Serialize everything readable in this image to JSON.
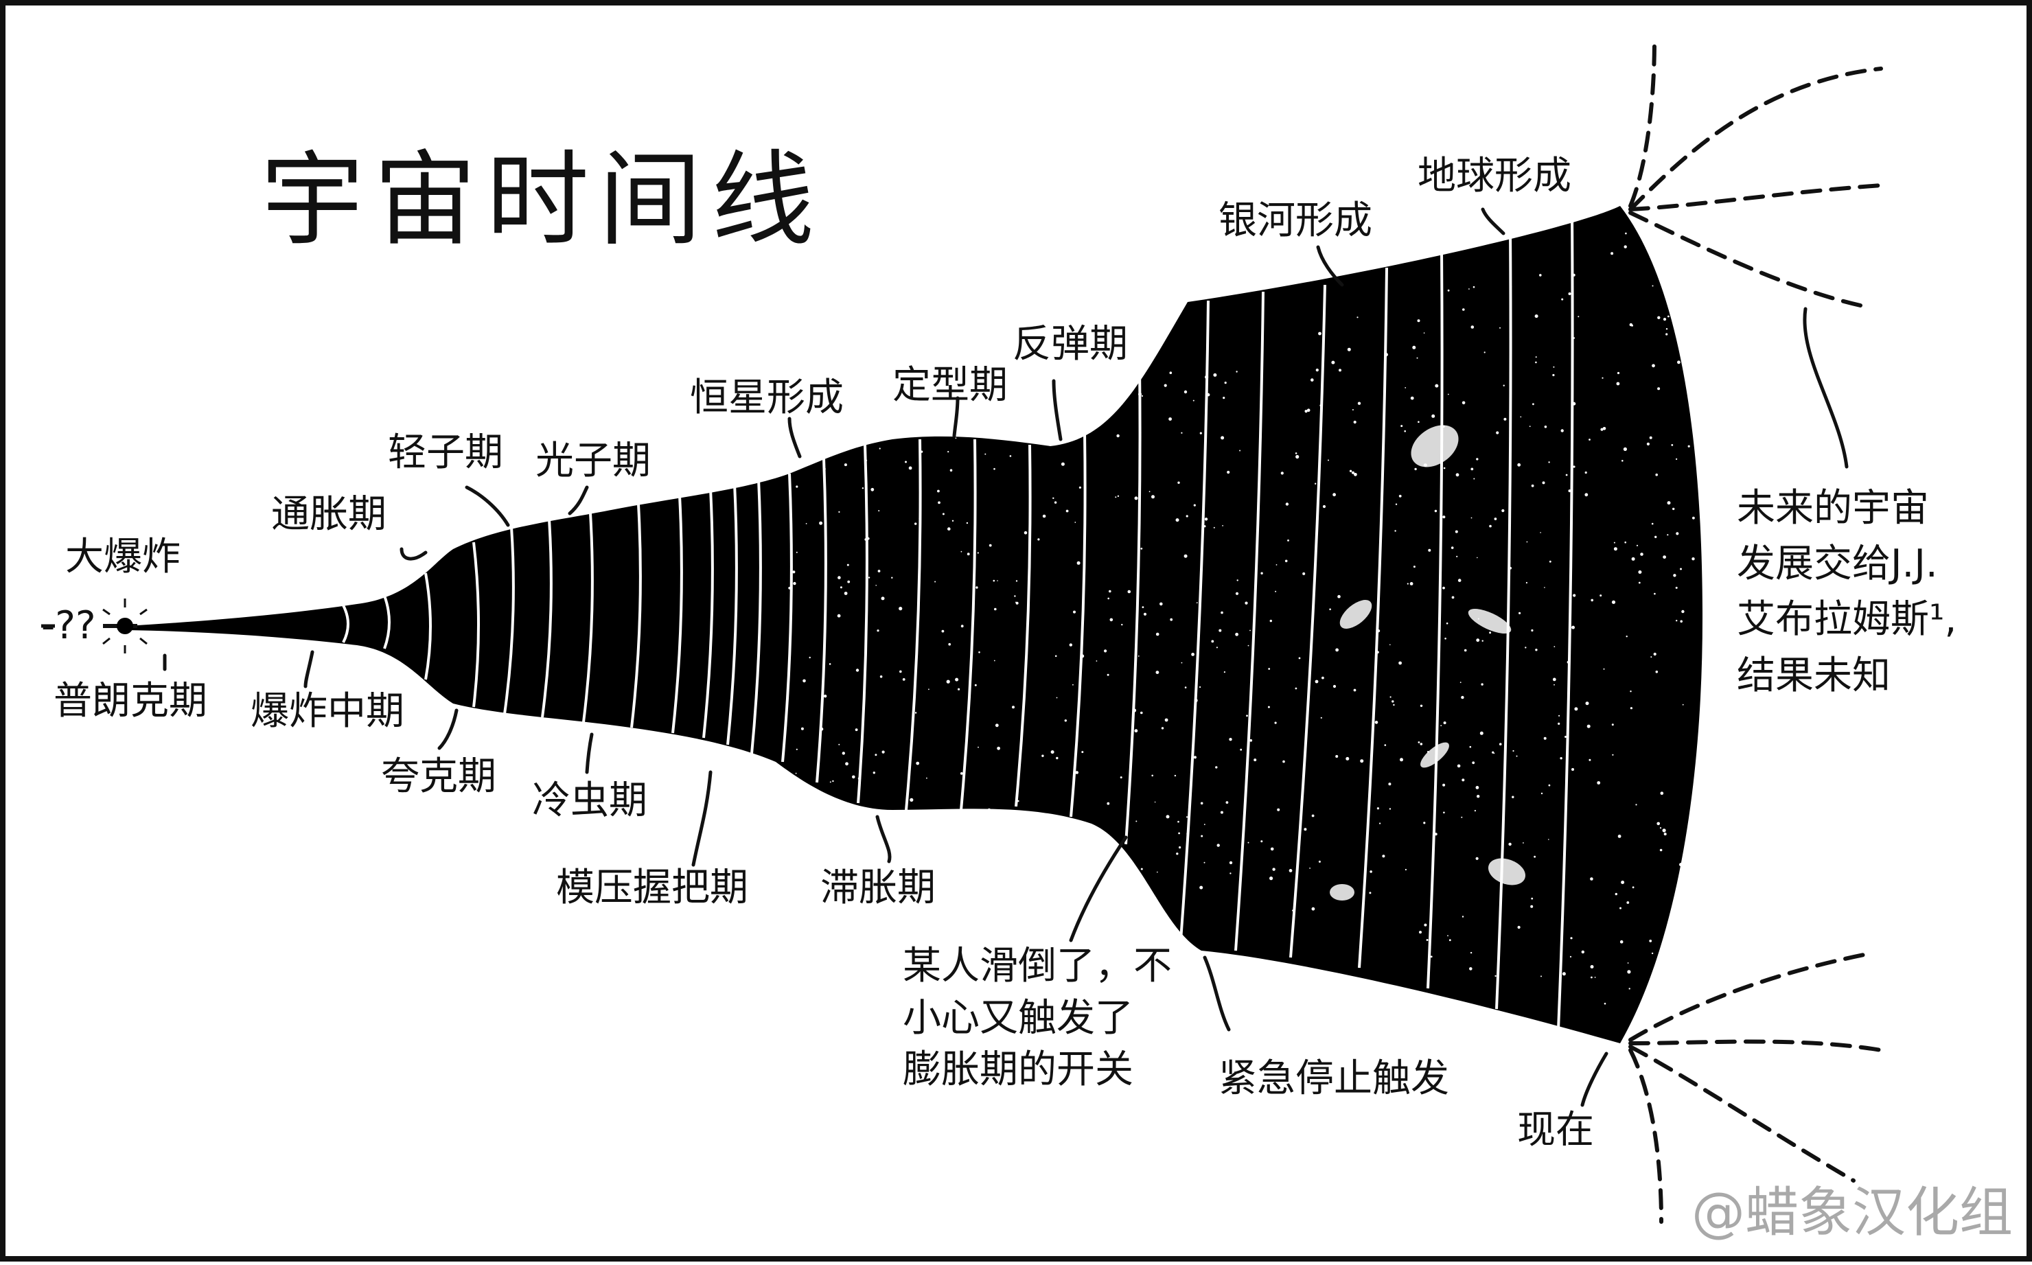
{
  "title": "宇宙时间线",
  "labels": {
    "big_bang": "大爆炸",
    "start_unknown": "-??",
    "planck": "普朗克期",
    "mid_bang": "爆炸中期",
    "inflation": "通胀期",
    "lepton": "轻子期",
    "photon": "光子期",
    "quark": "夸克期",
    "cold_worm": "冷虫期",
    "handshake": "模压握把期",
    "star_form": "恒星形成",
    "shaping": "定型期",
    "rebound": "反弹期",
    "stagflation": "滞胀期",
    "galaxy_form": "银河形成",
    "earth_form": "地球形成",
    "slip": [
      "某人滑倒了，不",
      "小心又触发了",
      "膨胀期的开关"
    ],
    "emergency": "紧急停止触发",
    "now": "现在",
    "future": [
      "未来的宇宙",
      "发展交给J.J.",
      "艾布拉姆斯¹,",
      "结果未知"
    ]
  },
  "watermark": "@蜡象汉化组",
  "colors": {
    "ink": "#111111",
    "space": "#000000",
    "star": "#ffffff",
    "watermark": "#a9a9a9"
  }
}
